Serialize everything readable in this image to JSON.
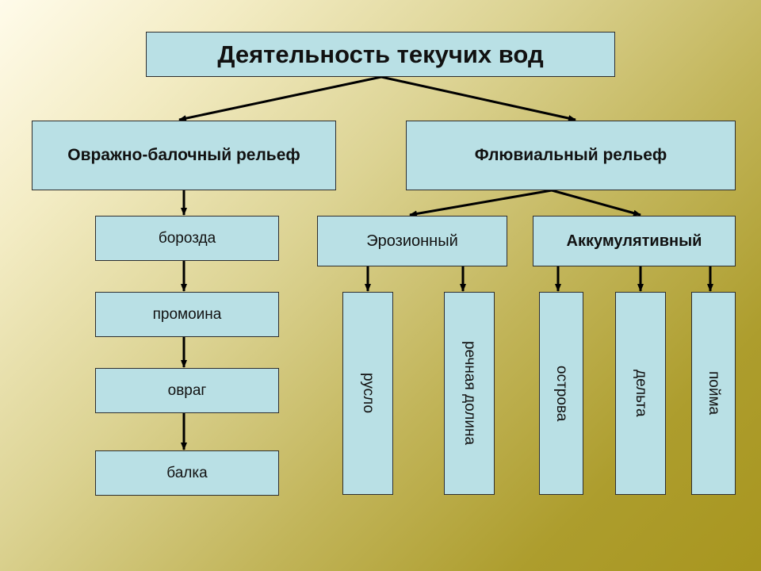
{
  "title": "Деятельность текучих вод",
  "level2": {
    "left": "Овражно-балочный рельеф",
    "right": "Флювиальный рельеф"
  },
  "left_chain": [
    "борозда",
    "промоина",
    "овраг",
    "балка"
  ],
  "level3": {
    "erosion": "Эрозионный",
    "accumulative": "Аккумулятивный"
  },
  "leaves": {
    "erosion": [
      "русло",
      "речная долина"
    ],
    "accumulative": [
      "острова",
      "дельта",
      "пойма"
    ]
  },
  "colors": {
    "box_fill": "#b9e0e5",
    "box_border": "#2e2e2e",
    "arrow": "#000000"
  }
}
